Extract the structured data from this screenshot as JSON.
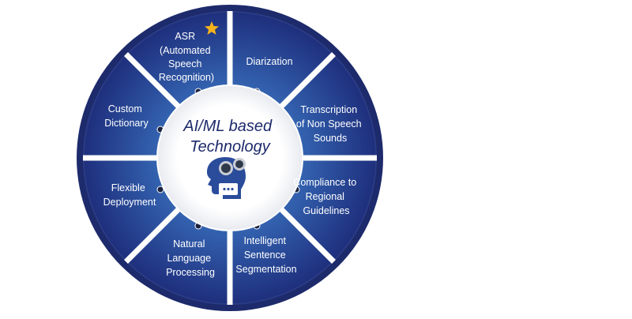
{
  "center": {
    "title_lines": [
      "AI/ML based",
      "Technology"
    ]
  },
  "segments": [
    {
      "id": "asr",
      "lines": [
        "ASR",
        "(Automated",
        "Speech",
        "Recognition)"
      ],
      "highlight_first_line": true,
      "badge": "star-icon"
    },
    {
      "id": "diarization",
      "lines": [
        "Diarization"
      ]
    },
    {
      "id": "transcription",
      "lines": [
        "Transcription",
        "of Non Speech",
        "Sounds"
      ]
    },
    {
      "id": "compliance",
      "lines": [
        "Compliance to",
        "Regional",
        "Guidelines"
      ]
    },
    {
      "id": "segmentation",
      "lines": [
        "Intelligent",
        "Sentence",
        "Segmentation"
      ]
    },
    {
      "id": "nlp",
      "lines": [
        "Natural",
        "Language",
        "Processing"
      ]
    },
    {
      "id": "deployment",
      "lines": [
        "Flexible",
        "Deployment"
      ]
    },
    {
      "id": "dictionary",
      "lines": [
        "Custom",
        "Dictionary"
      ]
    }
  ],
  "icons": [
    "gear-icon",
    "head-profile-icon",
    "chat-bubble-icon",
    "star-icon"
  ],
  "colors": {
    "rim": "#1d2a6b",
    "segment_dark": "#1e2f7d",
    "segment_light": "#3a72bf",
    "divider": "#ffffff",
    "accent": "#f6b21a",
    "center_text": "#1d2a6b"
  }
}
